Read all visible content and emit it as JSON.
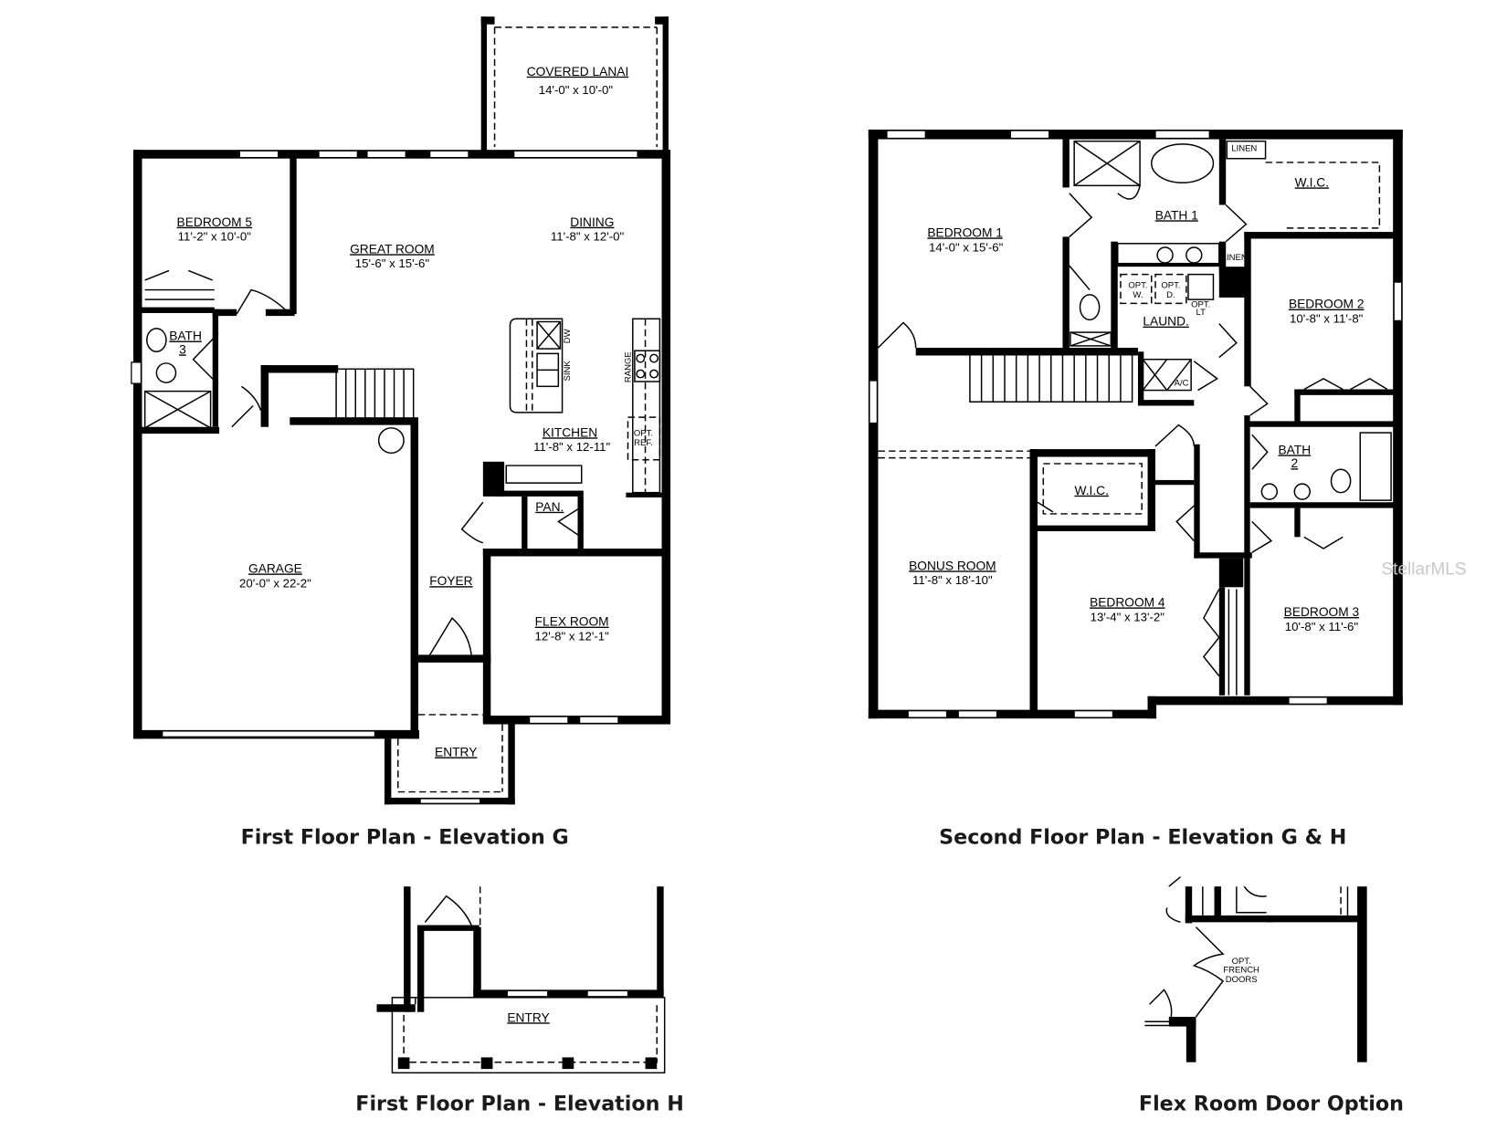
{
  "first_floor": {
    "caption": "First Floor Plan - Elevation G",
    "rooms": [
      {
        "name": "COVERED LANAI",
        "dims": "14'-0\" x 10'-0\""
      },
      {
        "name": "BEDROOM 5",
        "dims": "11'-2\" x 10'-0\""
      },
      {
        "name": "GREAT ROOM",
        "dims": "15'-6\" x 15'-6\""
      },
      {
        "name": "DINING",
        "dims": "11'-8\" x 12'-0\""
      },
      {
        "name": "KITCHEN",
        "dims": "11'-8\" x 12-11\""
      },
      {
        "name": "GARAGE",
        "dims": "20'-0\" x 22-2\""
      },
      {
        "name": "FLEX ROOM",
        "dims": "12'-8\" x 12'-1\""
      }
    ],
    "labels": {
      "bath": "BATH",
      "bath_num": "3",
      "foyer": "FOYER",
      "entry": "ENTRY",
      "pan": "PAN.",
      "dw": "DW",
      "sink": "SINK",
      "range": "RANGE",
      "opt": "OPT.",
      "ref": "REF."
    }
  },
  "second_floor": {
    "caption": "Second Floor Plan - Elevation G & H",
    "rooms": [
      {
        "name": "BEDROOM  1",
        "dims": "14'-0\" x 15'-6\""
      },
      {
        "name": "BEDROOM 2",
        "dims": "10'-8\" x 11'-8\""
      },
      {
        "name": "BONUS ROOM",
        "dims": "11'-8\" x 18'-10\""
      },
      {
        "name": "BEDROOM 4",
        "dims": "13'-4\" x 13'-2\""
      },
      {
        "name": "BEDROOM 3",
        "dims": "10'-8\" x 11'-6\""
      }
    ],
    "labels": {
      "bath1": "BATH 1",
      "wic": "W.I.C.",
      "linen": "LINEN",
      "laund": "LAUND.",
      "opt": "OPT.",
      "w": "W.",
      "d": "D.",
      "lt": "LT",
      "ac": "A/C",
      "bath2": "BATH",
      "bath2_num": "2",
      "wic2": "W.I.C."
    }
  },
  "elevation_h": {
    "caption": "First Floor Plan - Elevation H",
    "entry": "ENTRY"
  },
  "flex_option": {
    "caption": "Flex Room Door Option",
    "line1": "OPT.",
    "line2": "FRENCH",
    "line3": "DOORS"
  },
  "watermark": "StellarMLS"
}
